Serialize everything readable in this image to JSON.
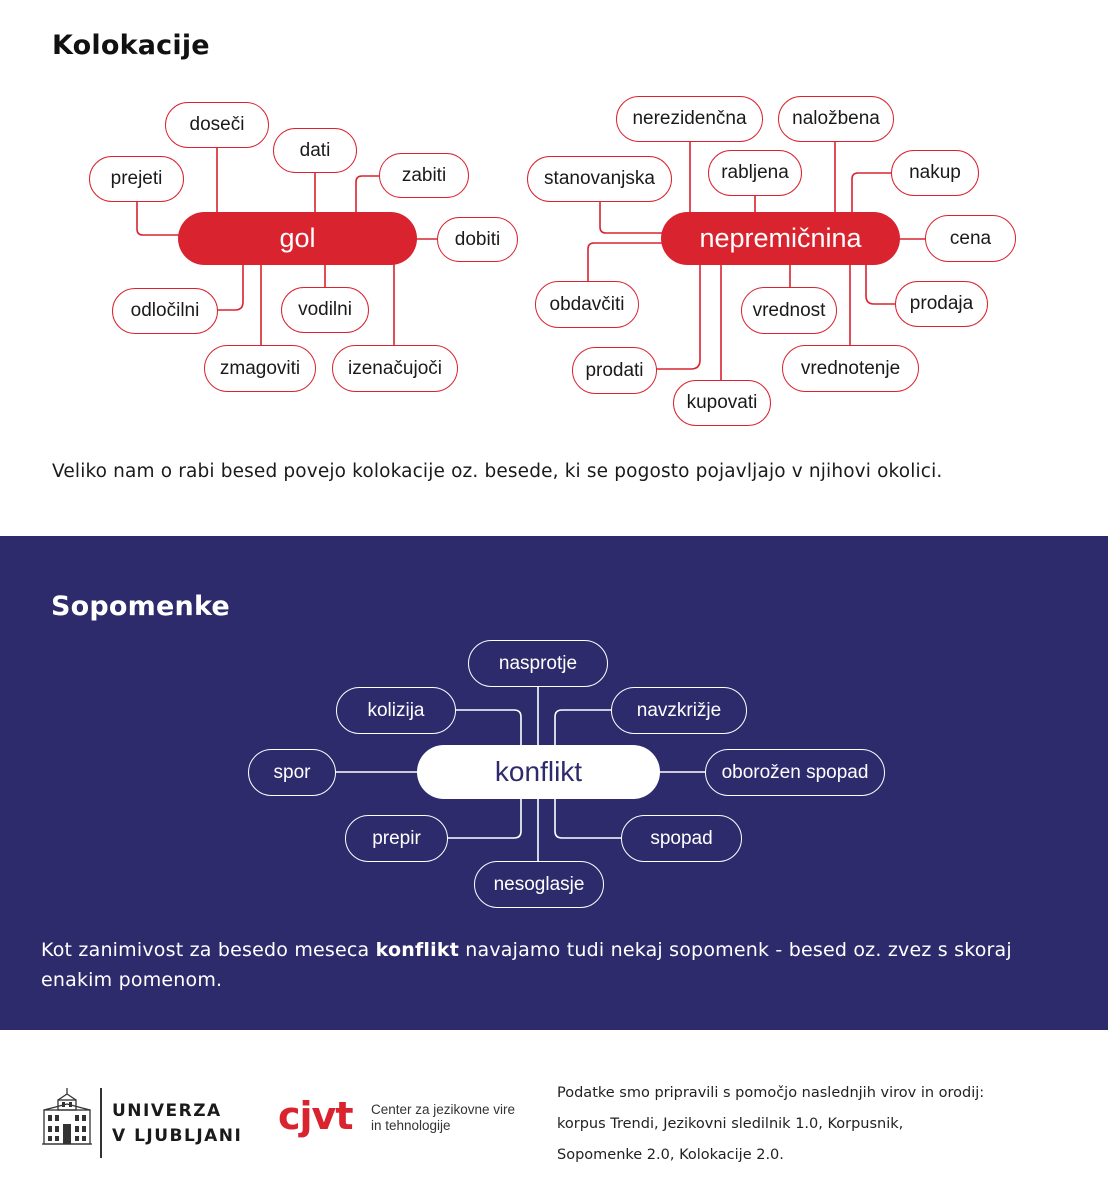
{
  "collocations": {
    "title": "Kolokacije",
    "description": "Veliko nam o rabi besed povejo kolokacije oz. besede, ki se pogosto pojavljajo v njihovi okolici.",
    "gol": {
      "center": "gol",
      "items": [
        "doseči",
        "prejeti",
        "dati",
        "zabiti",
        "dobiti",
        "odločilni",
        "vodilni",
        "zmagoviti",
        "izenačujoči"
      ]
    },
    "nepremicnina": {
      "center": "nepremičnina",
      "items": [
        "nerezidenčna",
        "naložbena",
        "stanovanjska",
        "rabljena",
        "nakup",
        "cena",
        "obdavčiti",
        "vrednost",
        "prodaja",
        "prodati",
        "vrednotenje",
        "kupovati"
      ]
    }
  },
  "synonyms": {
    "title": "Sopomenke",
    "center": "konflikt",
    "items": [
      "nasprotje",
      "kolizija",
      "navzkrižje",
      "spor",
      "oborožen spopad",
      "prepir",
      "spopad",
      "nesoglasje"
    ],
    "description_before": "Kot zanimivost za besedo meseca",
    "description_bold": "konflikt",
    "description_after": "navajamo tudi nekaj sopomenk - besed oz. zvez s skoraj enakim pomenom."
  },
  "footer": {
    "university_line1": "UNIVERZA",
    "university_line2": "V LJUBLJANI",
    "cjvt_logo": "cjvt",
    "cjvt_line1": "Center za jezikovne vire",
    "cjvt_line2": "in tehnologije",
    "sources_line1": "Podatke smo pripravili s pomočjo naslednjih virov in orodij:",
    "sources_line2": "korpus Trendi, Jezikovni sledilnik 1.0, Korpusnik,",
    "sources_line3": "Sopomenke 2.0, Kolokacije 2.0."
  },
  "colors": {
    "red": "#d9232e",
    "navy": "#2e2b6d",
    "white": "#ffffff"
  }
}
